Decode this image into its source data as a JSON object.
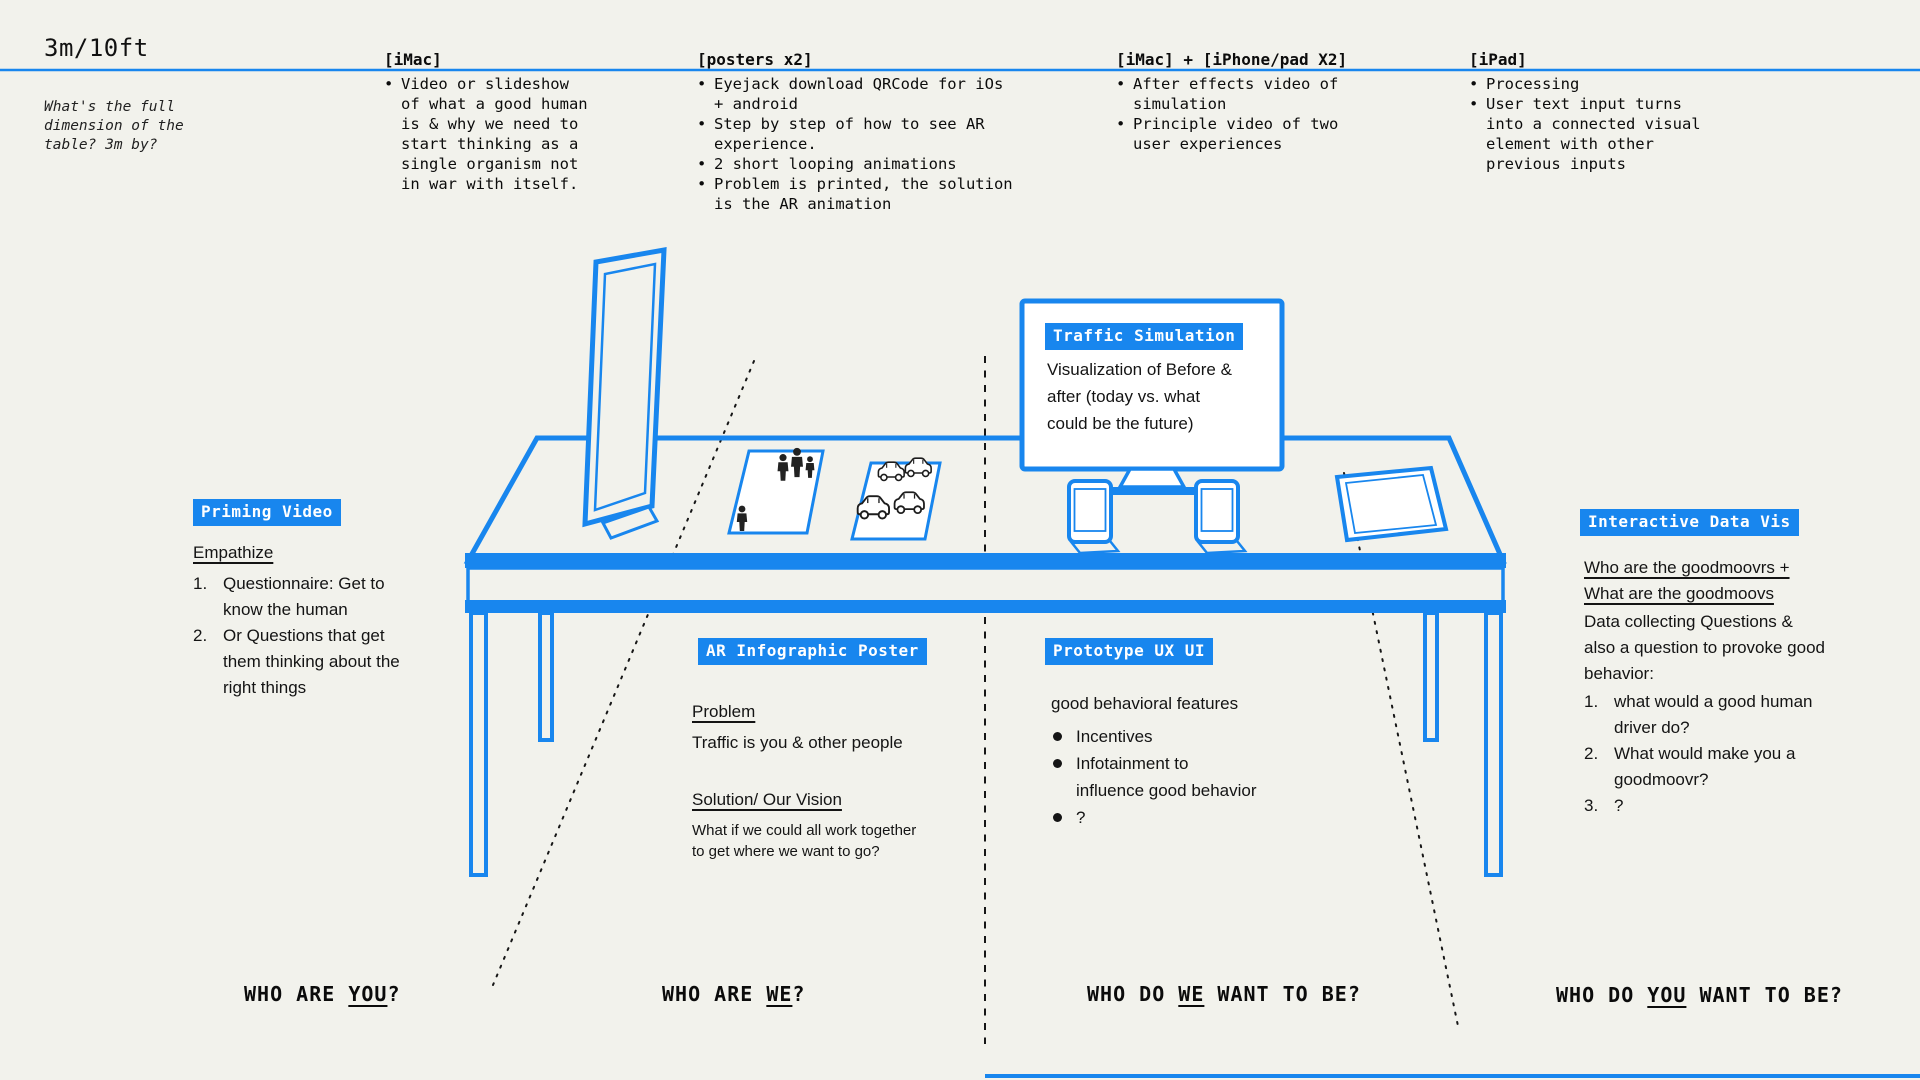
{
  "colors": {
    "blue": "#1886ee",
    "background": "#f2f2ec",
    "ink": "#141414"
  },
  "header": {
    "scale_label": "3m/10ft",
    "dimension_note": "What's the full\ndimension of the\ntable? 3m by?"
  },
  "device_columns": [
    {
      "tag": "[iMac]",
      "items": [
        "Video or slideshow\nof what a good human\nis & why we need to\nstart thinking as a\nsingle organism  not\nin war with itself."
      ]
    },
    {
      "tag": "[posters x2]",
      "items": [
        "Eyejack download QRCode for iOs\n+ android",
        "Step by step of how to see AR\nexperience.",
        "2 short looping animations",
        "Problem is printed, the solution\nis the AR animation"
      ]
    },
    {
      "tag": "[iMac] + [iPhone/pad X2]",
      "items": [
        "After effects video of\nsimulation",
        "Principle video of two\nuser experiences"
      ]
    },
    {
      "tag": "[iPad]",
      "items": [
        "Processing",
        "User text input turns\ninto a connected visual\nelement with other\nprevious inputs"
      ]
    }
  ],
  "stations": {
    "priming_video": {
      "label": "Priming Video",
      "heading": "Empathize",
      "items": [
        "Questionnaire: Get to\nknow the human",
        "Or Questions that get\nthem thinking about the\nright things"
      ]
    },
    "traffic_simulation": {
      "label": "Traffic Simulation",
      "body": "Visualization of Before &\nafter (today vs. what\ncould be the future)"
    },
    "ar_infographic_poster": {
      "label": "AR Infographic Poster",
      "problem_heading": "Problem",
      "problem_body": "Traffic is you & other people",
      "solution_heading": "Solution/ Our Vision",
      "solution_note": "What if we could all work together\nto get where we want to go?"
    },
    "prototype_ux_ui": {
      "label": "Prototype UX UI",
      "heading": "good behavioral features",
      "items": [
        "Incentives",
        "Infotainment to\ninfluence good behavior",
        "?"
      ]
    },
    "interactive_data_vis": {
      "label": "Interactive Data Vis",
      "heading_line1": "Who are the goodmoovrs +",
      "heading_line2": "What are the goodmoovs",
      "body": "Data collecting Questions &\nalso a question to provoke good\nbehavior:",
      "items": [
        "what would a good human\ndriver do?",
        "What would make you a\ngoodmoovr?",
        "?"
      ]
    }
  },
  "zone_questions": [
    {
      "pre": "WHO ARE ",
      "emphasis": "YOU",
      "post": "?"
    },
    {
      "pre": "WHO ARE ",
      "emphasis": "WE",
      "post": "?"
    },
    {
      "pre": "WHO DO ",
      "emphasis": "WE",
      "post": " WANT TO BE?"
    },
    {
      "pre": "WHO DO ",
      "emphasis": "YOU",
      "post": " WANT TO BE?"
    }
  ]
}
